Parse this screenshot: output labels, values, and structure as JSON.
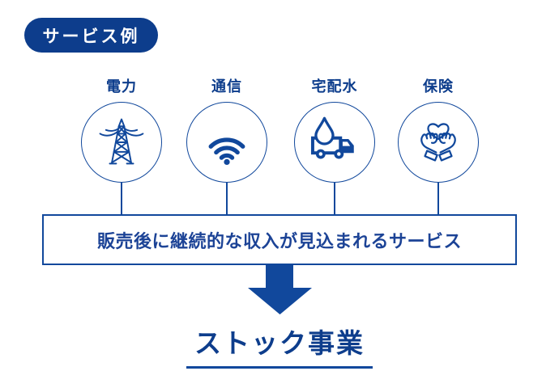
{
  "colors": {
    "brand_navy": "#0d3d8c",
    "brand_blue": "#11489c",
    "text_blue": "#1c4396",
    "background": "#ffffff"
  },
  "badge": {
    "label": "サービス例"
  },
  "services": [
    {
      "label": "電力",
      "icon": "transmission-tower-icon"
    },
    {
      "label": "通信",
      "icon": "wifi-icon"
    },
    {
      "label": "宅配水",
      "icon": "water-delivery-truck-icon"
    },
    {
      "label": "保険",
      "icon": "hands-holding-heart-icon"
    }
  ],
  "summary_box": {
    "text": "販売後に継続的な収入が見込まれるサービス"
  },
  "arrow": {
    "icon": "down-arrow-icon"
  },
  "result": {
    "label": "ストック事業"
  }
}
